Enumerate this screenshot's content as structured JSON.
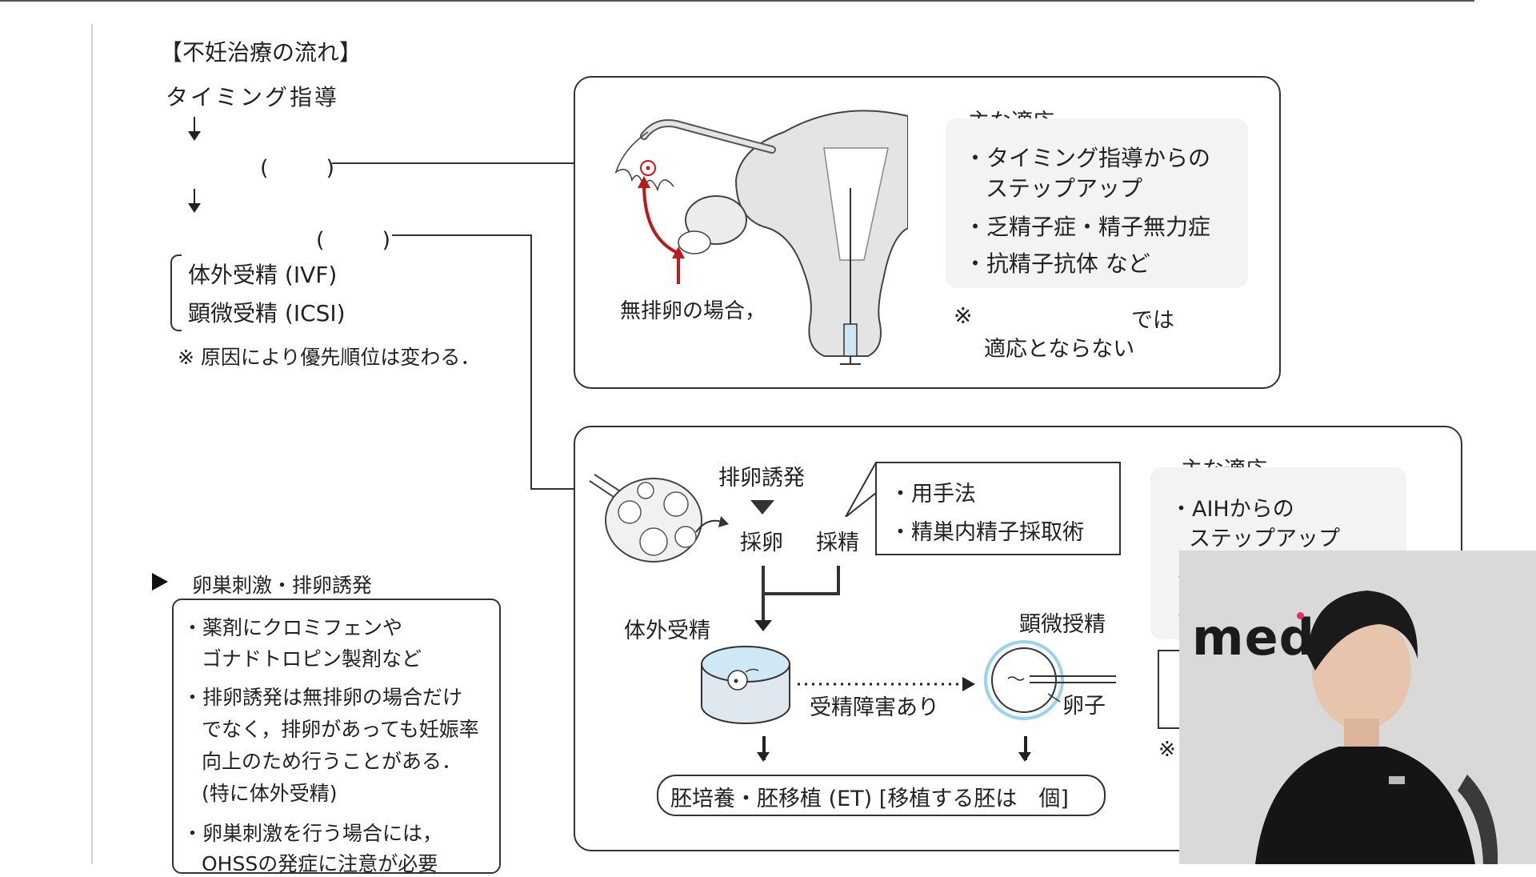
{
  "left": {
    "title": "【不妊治療の流れ】",
    "timing": "タイミング指導",
    "paren1": "(　　)",
    "paren2": "(　　)",
    "ivf": "体外受精 (IVF)",
    "icsi": "顕微受精 (ICSI)",
    "note": "※ 原因により優先順位は変わる．"
  },
  "box1": {
    "anovulation": "無排卵の場合，",
    "indications_title": "主な適応",
    "items": [
      "・タイミング指導からの",
      "ステップアップ",
      "・乏精子症・精子無力症",
      "・抗精子抗体 など"
    ],
    "note_mark": "※",
    "note_suffix": "では",
    "note_line2": "適応とならない"
  },
  "box2": {
    "ovulation_induction": "排卵誘発",
    "egg_retrieval": "採卵",
    "sperm_retrieval": "採精",
    "callout_items": [
      "・用手法",
      "・精巣内精子採取術"
    ],
    "ivf": "体外受精",
    "icsi": "顕微授精",
    "fertilization_issue": "受精障害あり",
    "oocyte": "卵子",
    "embryo": "胚培養・胚移植 (ET) [移植する胚は　個]",
    "indications_title": "主な適応",
    "items": [
      "・AIHからの",
      "ステップアップ"
    ],
    "dot1": "・",
    "dot2": "・",
    "note_mark": "※"
  },
  "ovarian": {
    "title": "卵巣刺激・排卵誘発",
    "items": [
      "・薬剤にクロミフェンや",
      "ゴナドトロピン製剤など",
      "・排卵誘発は無排卵の場合だけ",
      "でなく，排卵があっても妊娠率",
      "向上のため行うことがある．",
      "(特に体外受精)",
      "・卵巣刺激を行う場合には，",
      "OHSSの発症に注意が必要"
    ]
  },
  "webcam": {
    "logo": "medi"
  }
}
